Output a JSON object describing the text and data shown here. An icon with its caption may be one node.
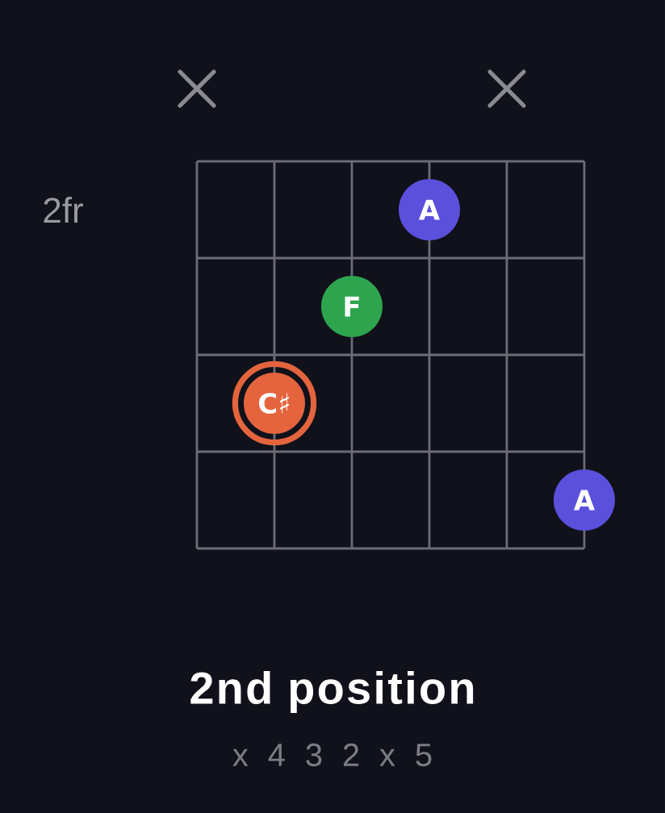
{
  "diagram": {
    "title": "2nd position",
    "nodes": [
      {
        "text": [
          "A"
        ]
      },
      {
        "text": [
          "F"
        ]
      },
      {
        "text": [
          "C♯"
        ]
      },
      {
        "text": [
          "A"
        ]
      }
    ],
    "labels": [
      "2fr",
      "x 4 3 2 x 5"
    ]
  }
}
